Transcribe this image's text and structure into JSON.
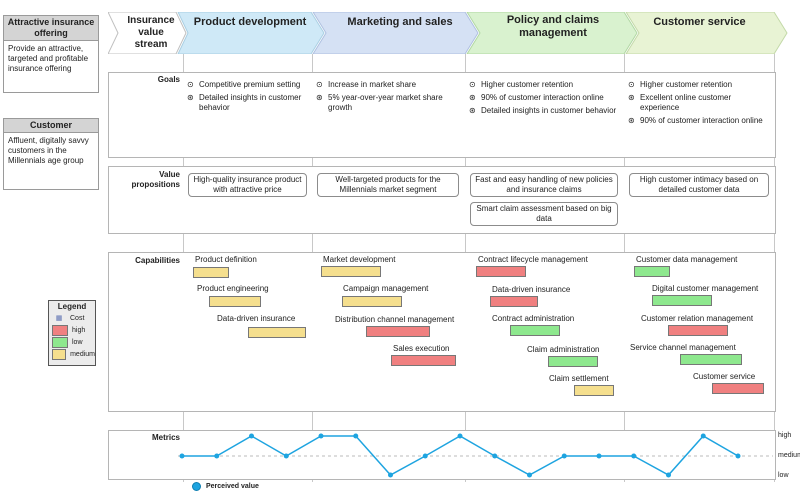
{
  "side_cards": [
    {
      "title": "Attractive insurance offering",
      "body": "Provide an attractive, targeted and profitable insurance offering"
    },
    {
      "title": "Customer",
      "body": "Affluent, digitally savvy customers in the Millennials age group"
    }
  ],
  "header": {
    "stream_label": "Insurance value stream",
    "stages": [
      "Product development",
      "Marketing and sales",
      "Policy and claims management",
      "Customer service"
    ]
  },
  "rows": {
    "goals": "Goals",
    "value_propositions": "Value propositions",
    "capabilities": "Capabilities",
    "metrics": "Metrics"
  },
  "goals": [
    [
      {
        "icon": "target",
        "text": "Competitive premium setting"
      },
      {
        "icon": "dart",
        "text": "Detailed insights in customer behavior"
      }
    ],
    [
      {
        "icon": "target",
        "text": "Increase in market share"
      },
      {
        "icon": "dart",
        "text": "5% year-over-year market share growth"
      }
    ],
    [
      {
        "icon": "target",
        "text": "Higher customer retention"
      },
      {
        "icon": "dart",
        "text": "90% of customer interaction online"
      },
      {
        "icon": "dart",
        "text": "Detailed insights in customer behavior"
      }
    ],
    [
      {
        "icon": "target",
        "text": "Higher customer retention"
      },
      {
        "icon": "dart",
        "text": "Excellent online customer experience"
      },
      {
        "icon": "dart",
        "text": "90% of customer interaction online"
      }
    ]
  ],
  "value_propositions": [
    [
      "High-quality insurance product with attractive price"
    ],
    [
      "Well-targeted products for the Millennials market segment"
    ],
    [
      "Fast and easy handling of new policies and insurance claims",
      "Smart claim assessment based on big data"
    ],
    [
      "High customer intimacy based on detailed customer data"
    ]
  ],
  "capabilities": [
    [
      {
        "label": "Product definition",
        "cost": "medium"
      },
      {
        "label": "Product engineering",
        "cost": "medium"
      },
      {
        "label": "Data-driven insurance",
        "cost": "medium"
      }
    ],
    [
      {
        "label": "Market development",
        "cost": "medium"
      },
      {
        "label": "Campaign management",
        "cost": "medium"
      },
      {
        "label": "Distribution channel management",
        "cost": "high"
      },
      {
        "label": "Sales execution",
        "cost": "high"
      }
    ],
    [
      {
        "label": "Contract lifecycle management",
        "cost": "high"
      },
      {
        "label": "Data-driven insurance",
        "cost": "high"
      },
      {
        "label": "Contract administration",
        "cost": "low"
      },
      {
        "label": "Claim administration",
        "cost": "low"
      },
      {
        "label": "Claim settlement",
        "cost": "medium"
      }
    ],
    [
      {
        "label": "Customer data management",
        "cost": "low"
      },
      {
        "label": "Digital customer management",
        "cost": "low"
      },
      {
        "label": "Customer relation management",
        "cost": "high"
      },
      {
        "label": "Service channel management",
        "cost": "low"
      },
      {
        "label": "Customer service",
        "cost": "high"
      }
    ]
  ],
  "legend": {
    "title": "Legend",
    "subtitle": "Cost",
    "items": [
      {
        "label": "high",
        "color": "#f08080"
      },
      {
        "label": "low",
        "color": "#8ee88e"
      },
      {
        "label": "medium",
        "color": "#f5df8e"
      }
    ]
  },
  "colors": {
    "stage1": "#cfe9f7",
    "stage2": "#d5e1f4",
    "stage3": "#d9f2cf",
    "stage4": "#e8f3d4",
    "line": "#1ea4e0"
  },
  "chart_data": {
    "type": "line",
    "y_categories": [
      "low",
      "medium",
      "high"
    ],
    "series": [
      {
        "name": "Perceived value",
        "values": [
          "medium",
          "medium",
          "high",
          "medium",
          "high",
          "high",
          "low",
          "medium",
          "high",
          "medium",
          "low",
          "medium",
          "medium",
          "medium",
          "low",
          "high",
          "medium"
        ]
      }
    ]
  }
}
